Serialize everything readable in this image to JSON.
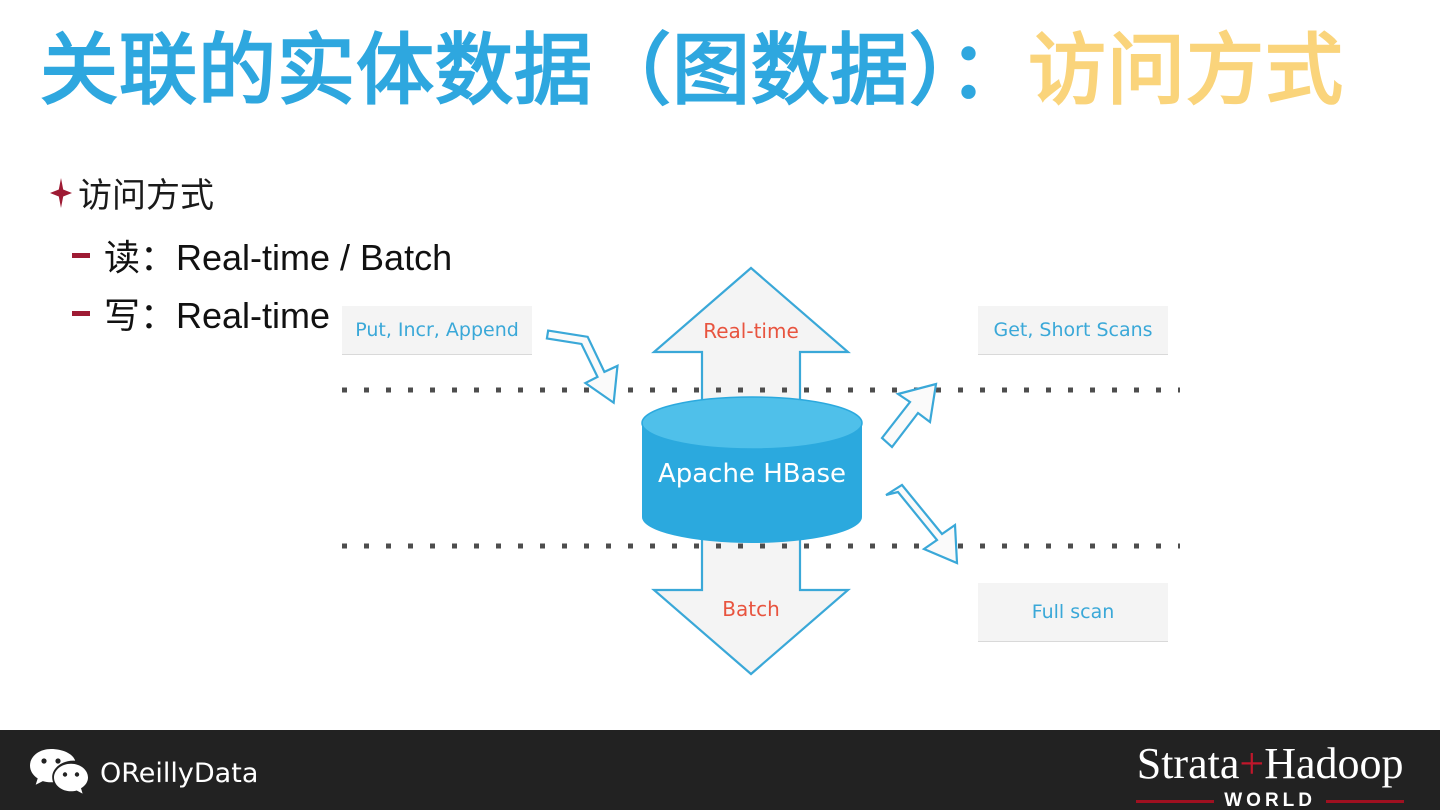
{
  "slide": {
    "title": {
      "main": "关联的实体数据（图数据）：",
      "accent": "访问方式",
      "main_color": "#2EA7DF",
      "accent_color": "#FAD47B"
    },
    "bullets": {
      "level1": "访问方式",
      "level2": [
        "读：Real-time / Batch",
        "写：Real-time"
      ],
      "marker_color": "#9E1B34"
    },
    "diagram": {
      "store_label": "Apache HBase",
      "store_color": "#2BA9DE",
      "up_arrow_label": "Real-time",
      "down_arrow_label": "Batch",
      "arrow_label_color": "#E8543F",
      "arrow_outline_color": "#3AA8D8",
      "tags": [
        {
          "id": "put",
          "label": "Put, Incr, Append"
        },
        {
          "id": "get",
          "label": "Get, Short Scans"
        },
        {
          "id": "full",
          "label": "Full scan"
        }
      ],
      "tag_text_color": "#3AA8D8",
      "tag_bg_color": "#F4F4F4",
      "divider_color": "#4D4D4D"
    },
    "footer": {
      "wechat_account": "OReillyData",
      "brand_top_left": "Strata",
      "brand_plus": "+",
      "brand_top_right": "Hadoop",
      "brand_bottom": "WORLD",
      "bar_color": "#222222",
      "plus_color": "#C0172B"
    }
  }
}
